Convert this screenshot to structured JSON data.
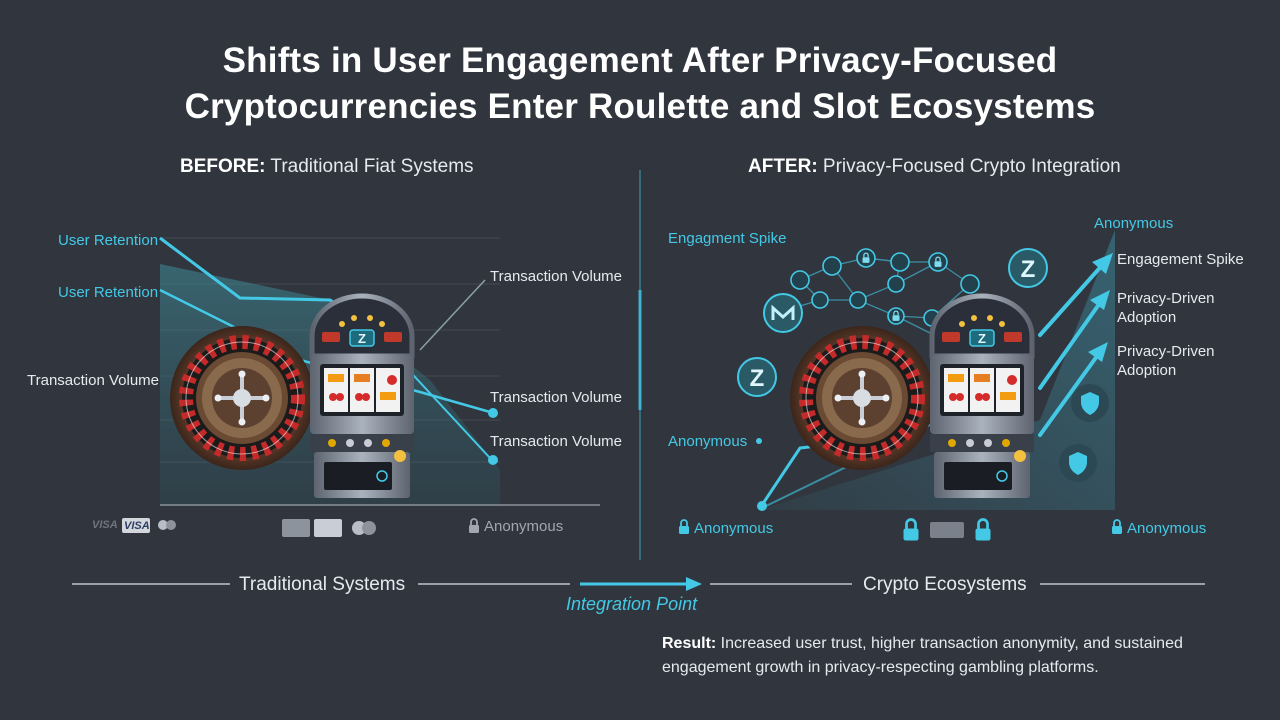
{
  "title": {
    "line1": "Shifts in User Engagement After Privacy-Focused",
    "line2": "Cryptocurrencies Enter Roulette and Slot Ecosystems"
  },
  "before": {
    "heading_bold": "BEFORE:",
    "heading_rest": " Traditional Fiat Systems",
    "labels": {
      "retention_1": "User Retention",
      "retention_2": "User Retention",
      "volume_left": "Transaction Volume",
      "volume_top": "Transaction Volume",
      "volume_mid": "Transaction Volume",
      "volume_low": "Transaction Volume",
      "anonymous": "Anonymous",
      "visa_1": "VISA",
      "visa_2": "VISA"
    }
  },
  "after": {
    "heading_bold": "AFTER:",
    "heading_rest": " Privacy-Focused Crypto Integration",
    "labels": {
      "spike_left": "Engagment Spike",
      "anonymous_top": "Anonymous",
      "spike_right": "Engagement Spike",
      "adoption_1_l1": "Privacy-Driven",
      "adoption_1_l2": "Adoption",
      "adoption_2_l1": "Privacy-Driven",
      "adoption_2_l2": "Adoption",
      "anonymous_mid": "Anonymous",
      "anonymous_bottom_left": "Anonymous",
      "anonymous_bottom_right": "Anonymous"
    }
  },
  "timeline": {
    "left": "Traditional Systems",
    "center": "Integration Point",
    "right": "Crypto Ecosystems"
  },
  "result": {
    "bold": "Result:",
    "text": " Increased user trust, higher transaction anonymity, and sustained engagement growth in privacy-respecting gambling platforms."
  },
  "icons": [
    "zcash-coin-icon",
    "monero-coin-icon",
    "lock-icon",
    "shield-icon",
    "credit-card-icon",
    "cherry-icon",
    "roulette-wheel-icon",
    "slot-machine-icon"
  ],
  "colors": {
    "background": "#31363e",
    "accent_cyan": "#43c9e6",
    "text": "#e6e9ee"
  }
}
